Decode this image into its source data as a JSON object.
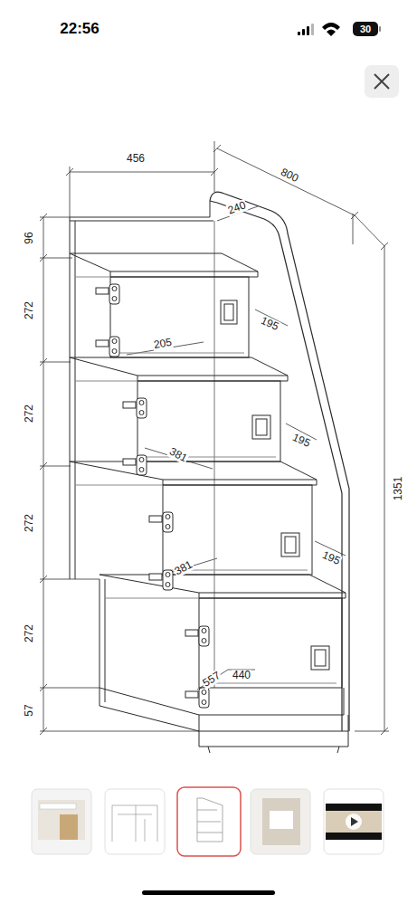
{
  "diagram": {
    "labels": [
      "22:56",
      "30",
      "456",
      "800",
      "240",
      "96",
      "272",
      "195",
      "205",
      "272",
      "195",
      "381",
      "272",
      "195",
      "381",
      "272",
      "557",
      "440",
      "57",
      "1351"
    ]
  }
}
